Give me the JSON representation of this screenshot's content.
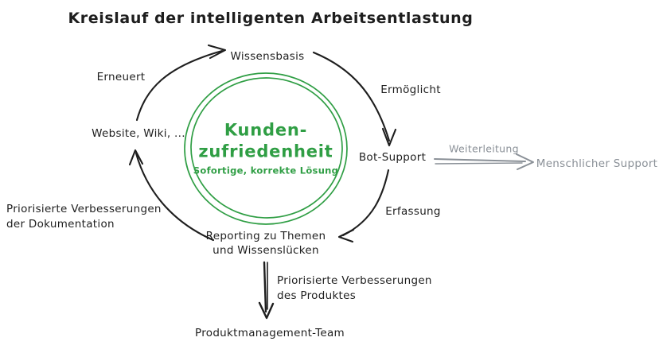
{
  "title": "Kreislauf der intelligenten Arbeitsentlastung",
  "center_circle": {
    "title_line1": "Kunden-",
    "title_line2": "zufriedenheit",
    "subtitle": "Sofortige, korrekte Lösung"
  },
  "nodes": {
    "knowledge_base": {
      "label": "Wissensbasis"
    },
    "website": {
      "label": "Website, Wiki, ..."
    },
    "bot_support": {
      "label": "Bot-Support"
    },
    "reporting": {
      "line1": "Reporting zu Themen",
      "line2": "und Wissenslücken"
    },
    "human_support": {
      "label": "Menschlicher Support"
    },
    "product_team": {
      "label": "Produktmanagement-Team"
    }
  },
  "edge_labels": {
    "erneuert": "Erneuert",
    "ermoeglicht": "Ermöglicht",
    "erfassung": "Erfassung",
    "weiterleitung": "Weiterleitung",
    "doc_line1": "Priorisierte Verbesserungen",
    "doc_line2": "der Dokumentation",
    "product_line1": "Priorisierte Verbesserungen",
    "product_line2": "des Produktes"
  },
  "colors": {
    "ink": "#1e1e1e",
    "accent_green": "#2f9e44",
    "muted_gray": "#8a9097",
    "background": "#ffffff"
  }
}
